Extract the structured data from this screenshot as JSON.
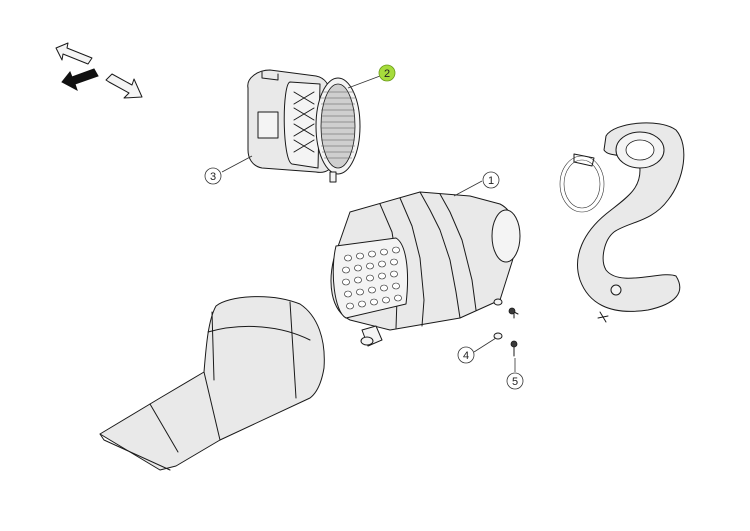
{
  "callouts": [
    {
      "id": "1",
      "label": "1",
      "highlighted": false
    },
    {
      "id": "2",
      "label": "2",
      "highlighted": true
    },
    {
      "id": "3",
      "label": "3",
      "highlighted": false
    },
    {
      "id": "4",
      "label": "4",
      "highlighted": false
    },
    {
      "id": "5",
      "label": "5",
      "highlighted": false
    }
  ],
  "colors": {
    "highlight": "#a6dc3c",
    "line": "#1a1a1a",
    "shade": "#e9e9e9"
  },
  "icons": [
    "view-arrow-back-icon",
    "view-arrow-active-icon",
    "view-arrow-forward-icon"
  ]
}
